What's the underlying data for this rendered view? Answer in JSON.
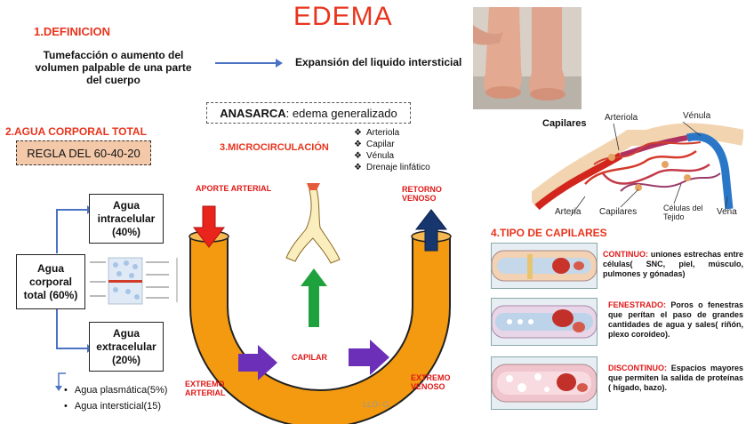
{
  "title": "EDEMA",
  "definicion": {
    "heading": "1.DEFINICION",
    "text": "Tumefacción o aumento del volumen palpable de una parte del cuerpo",
    "result": "Expansión del liquido intersticial"
  },
  "anasarca": {
    "term": "ANASARCA",
    "def": ": edema generalizado"
  },
  "agua_corporal": {
    "heading": "2.AGUA CORPORAL TOTAL",
    "regla": "REGLA DEL 60-40-20",
    "total": "Agua corporal total (60%)",
    "intracelular": "Agua intracelular (40%)",
    "extracelular": "Agua extracelular (20%)",
    "items": [
      "Agua plasmática(5%)",
      "Agua intersticial(15)"
    ]
  },
  "microcirculacion": {
    "heading": "3.MICROCIRCULACIÓN",
    "items": [
      "Arteriola",
      "Capilar",
      "Vénula",
      "Drenaje linfático"
    ],
    "aporte": "APORTE ARTERIAL",
    "retorno": "RETORNO VENOSO",
    "capilar": "CAPILAR",
    "extremo_arterial": "EXTREMO ARTERIAL",
    "extremo_venoso": "EXTREMO VENOSO",
    "colors": {
      "tube": "#f39a10",
      "red": "#e8241c",
      "navy": "#17366e",
      "green": "#1fa23e",
      "purple": "#6b2fb8"
    }
  },
  "capillary_figure": {
    "title": "Capilares",
    "labels": [
      "Arteriola",
      "Vénula",
      "Arteria",
      "Capilares",
      "Células del Tejido",
      "Vena"
    ]
  },
  "tipos": {
    "heading": "4.TIPO DE CAPILARES",
    "items": [
      {
        "key": "CONTINUO:",
        "text": " uniones estrechas entre células( SNC, piel, músculo, pulmones y gónadas)"
      },
      {
        "key": "FENESTRADO:",
        "text": " Poros o fenestras que perítan el paso de grandes cantidades de agua y sales( riñón, plexo coroideo)."
      },
      {
        "key": "DISCONTINUO:",
        "text": " Espacios mayores que permiten la salida de proteínas ( hígado, bazo)."
      }
    ]
  },
  "watermark": "LLO- G"
}
